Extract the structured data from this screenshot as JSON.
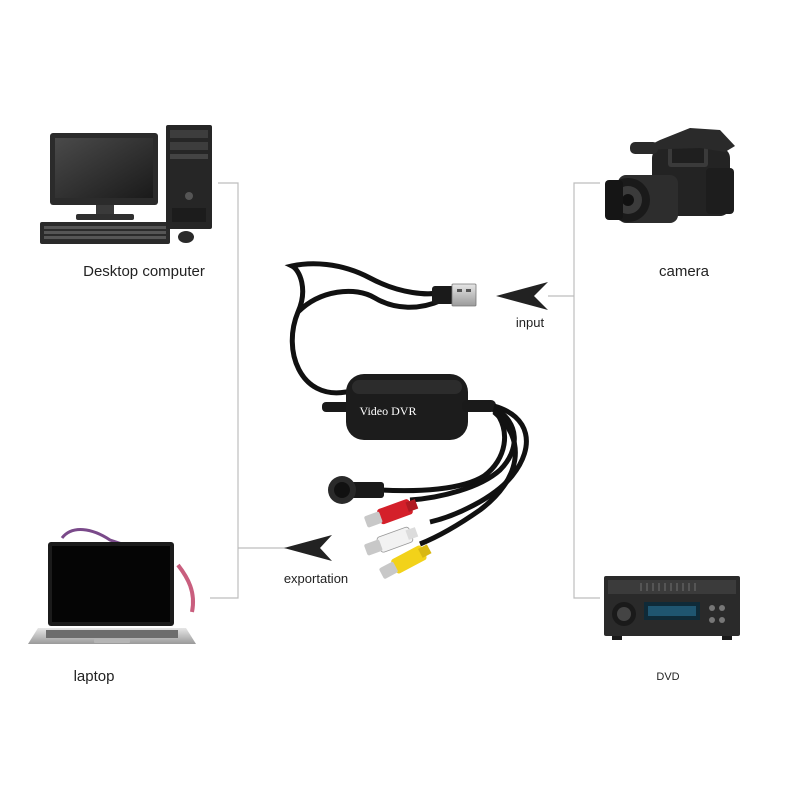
{
  "devices": {
    "desktop": {
      "label": "Desktop computer"
    },
    "camera": {
      "label": "camera"
    },
    "laptop": {
      "label": "laptop"
    },
    "dvd": {
      "label": "DVD"
    }
  },
  "flow": {
    "input_label": "input",
    "export_label": "exportation"
  },
  "adapter": {
    "brand_label": "Video DVR"
  },
  "colors": {
    "line": "#b8b8b8",
    "cable": "#111111",
    "rca_red": "#d4202a",
    "rca_white": "#f2f2f2",
    "rca_yellow": "#f2d21a"
  }
}
